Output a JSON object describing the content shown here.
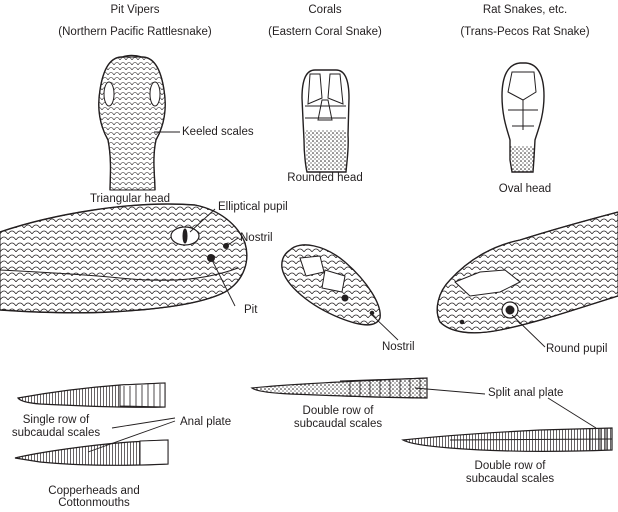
{
  "headers": [
    {
      "title": "Pit Vipers",
      "species": "(Northern Pacific Rattlesnake)"
    },
    {
      "title": "Corals",
      "species": "(Eastern Coral Snake)"
    },
    {
      "title": "Rat Snakes, etc.",
      "species": "(Trans-Pecos Rat Snake)"
    }
  ],
  "labels": {
    "keeled_scales": "Keeled scales",
    "triangular_head": "Triangular head",
    "rounded_head": "Rounded head",
    "oval_head": "Oval head",
    "elliptical_pupil": "Elliptical pupil",
    "nostril_viper": "Nostril",
    "pit": "Pit",
    "nostril_coral": "Nostril",
    "round_pupil": "Round pupil",
    "single_row": "Single row of subcaudal scales",
    "anal_plate": "Anal plate",
    "copperheads": "Copperheads and Cottonmouths",
    "double_row_1": "Double row of subcaudal scales",
    "split_anal_plate": "Split anal plate",
    "double_row_2": "Double row of subcaudal scales"
  },
  "colors": {
    "ink": "#231f20",
    "paper": "#ffffff"
  }
}
